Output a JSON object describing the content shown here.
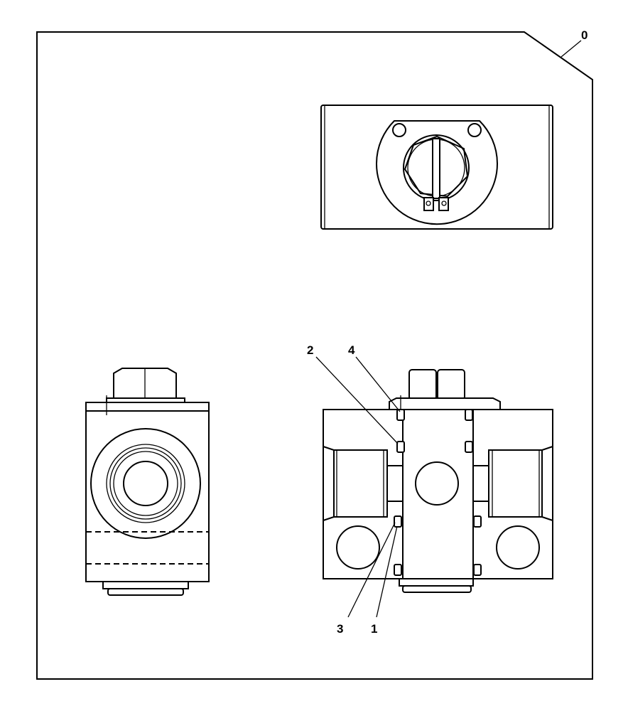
{
  "diagram": {
    "callouts": {
      "assembly": "0",
      "item_1": "1",
      "item_2": "2",
      "item_3": "3",
      "item_4": "4"
    },
    "stroke_color": "#000000",
    "background_color": "#ffffff"
  }
}
